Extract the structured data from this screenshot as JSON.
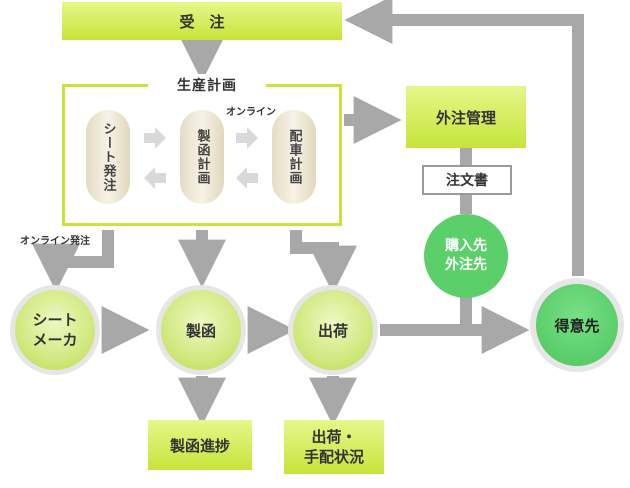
{
  "nodes": {
    "order": "受　注",
    "production_plan": "生産計画",
    "sheet_order": "シート発注",
    "box_plan": "製函計画",
    "dispatch_plan": "配車計画",
    "outsource_mgmt": "外注管理",
    "purchase_order": "注文書",
    "purchase_line1": "購入先",
    "purchase_line2": "外注先",
    "sheet_maker_line1": "シート",
    "sheet_maker_line2": "メーカ",
    "box_making": "製函",
    "shipping": "出荷",
    "customer": "得意先",
    "box_progress": "製函進捗",
    "shipping_status_line1": "出荷・",
    "shipping_status_line2": "手配状況"
  },
  "labels": {
    "online": "オンライン",
    "online_order": "オンライン発注"
  },
  "colors": {
    "yellow_green": "#c6e43a",
    "green": "#5bd06a",
    "arrow_gray": "#a8a8a8",
    "pill_arrow": "#d9d9d9"
  }
}
